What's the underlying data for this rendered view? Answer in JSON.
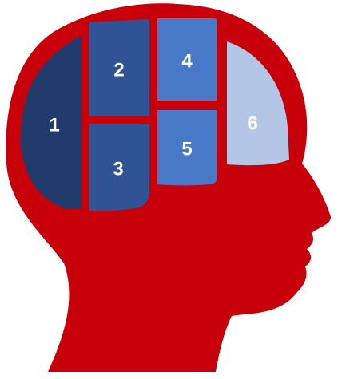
{
  "colors": {
    "head": "#c8000a",
    "label": "#ffffff"
  },
  "segments": [
    {
      "label": "1",
      "color": "#213c6c"
    },
    {
      "label": "2",
      "color": "#2f5394"
    },
    {
      "label": "3",
      "color": "#2f5394"
    },
    {
      "label": "4",
      "color": "#4878c8"
    },
    {
      "label": "5",
      "color": "#4878c8"
    },
    {
      "label": "6",
      "color": "#b4c6e6"
    }
  ]
}
